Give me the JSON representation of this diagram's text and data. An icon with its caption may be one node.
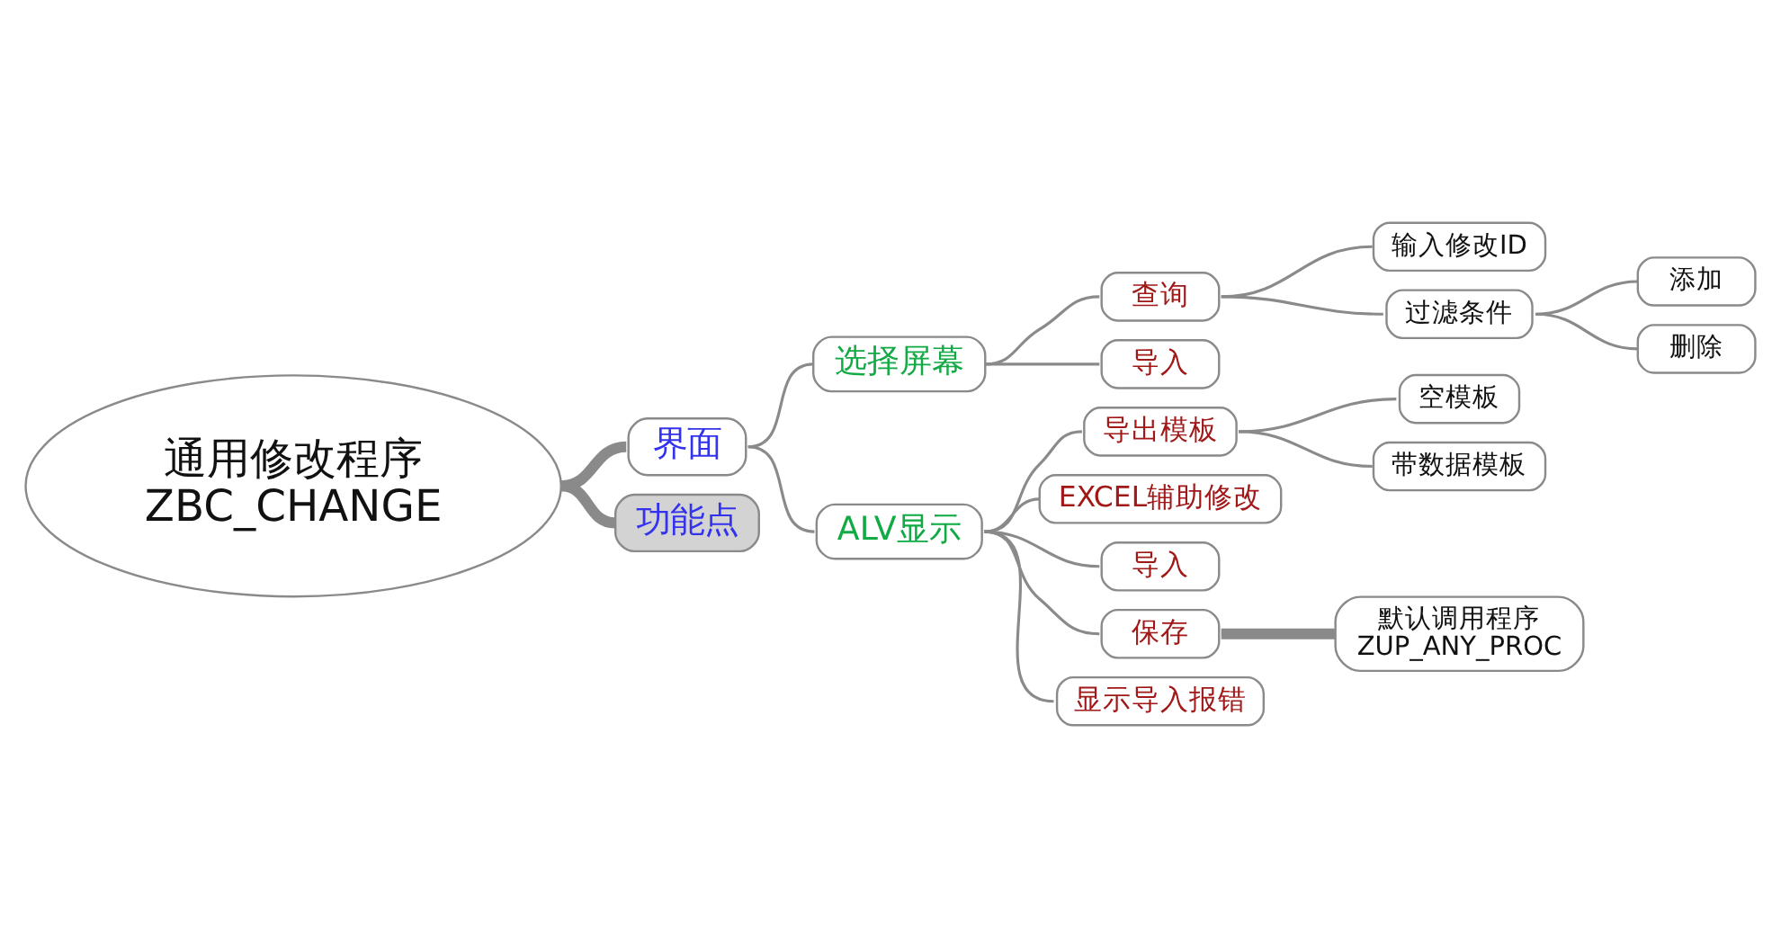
{
  "diagram": {
    "nodes": [
      {
        "text": [
          "通用修改程序",
          "ZBC_CHANGE"
        ]
      },
      {
        "text": [
          "界面"
        ]
      },
      {
        "text": [
          "选择屏幕"
        ]
      },
      {
        "text": [
          "查询"
        ]
      },
      {
        "text": [
          "输入修改ID"
        ]
      },
      {
        "text": [
          "过滤条件"
        ]
      },
      {
        "text": [
          "添加"
        ]
      },
      {
        "text": [
          "删除"
        ]
      },
      {
        "text": [
          "导入"
        ]
      },
      {
        "text": [
          "ALV显示"
        ]
      },
      {
        "text": [
          "导出模板"
        ]
      },
      {
        "text": [
          "空模板"
        ]
      },
      {
        "text": [
          "带数据模板"
        ]
      },
      {
        "text": [
          "EXCEL辅助修改"
        ]
      },
      {
        "text": [
          "导入"
        ]
      },
      {
        "text": [
          "保存"
        ]
      },
      {
        "text": [
          "默认调用程序",
          "ZUP_ANY_PROC"
        ]
      },
      {
        "text": [
          "显示导入报错"
        ]
      },
      {
        "text": [
          "功能点"
        ]
      }
    ],
    "edges": [
      {
        "from": 0,
        "to": 1,
        "arrow": "none",
        "style": "thick"
      },
      {
        "from": 1,
        "to": 2,
        "arrow": "none"
      },
      {
        "from": 2,
        "to": 3,
        "arrow": "none"
      },
      {
        "from": 3,
        "to": 4,
        "arrow": "none"
      },
      {
        "from": 3,
        "to": 5,
        "arrow": "none"
      },
      {
        "from": 5,
        "to": 6,
        "arrow": "none"
      },
      {
        "from": 5,
        "to": 7,
        "arrow": "none"
      },
      {
        "from": 2,
        "to": 8,
        "arrow": "none"
      },
      {
        "from": 1,
        "to": 9,
        "arrow": "none"
      },
      {
        "from": 9,
        "to": 10,
        "arrow": "none"
      },
      {
        "from": 10,
        "to": 11,
        "arrow": "none"
      },
      {
        "from": 10,
        "to": 12,
        "arrow": "none"
      },
      {
        "from": 9,
        "to": 13,
        "arrow": "none"
      },
      {
        "from": 9,
        "to": 14,
        "arrow": "none"
      },
      {
        "from": 9,
        "to": 15,
        "arrow": "none"
      },
      {
        "from": 15,
        "to": 16,
        "arrow": "none",
        "style": "thick"
      },
      {
        "from": 9,
        "to": 17,
        "arrow": "none"
      },
      {
        "from": 0,
        "to": 18,
        "arrow": "none",
        "style": "thick"
      }
    ]
  }
}
